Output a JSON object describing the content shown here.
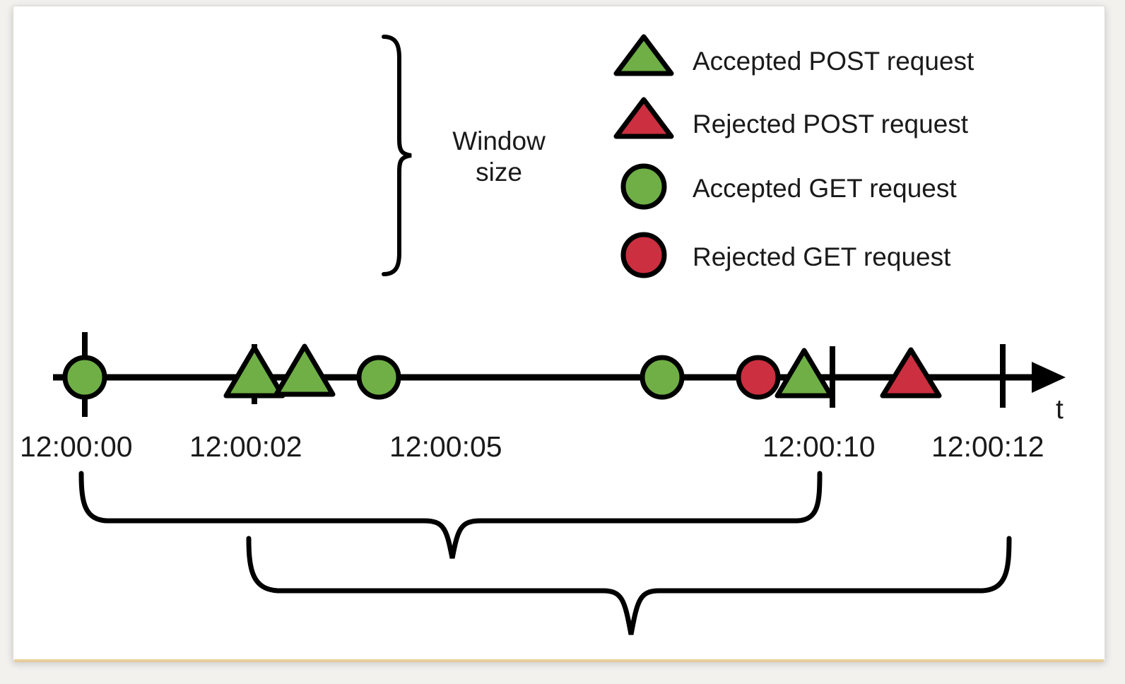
{
  "figure": {
    "title_present": false,
    "background_color": "#ffffff",
    "page_background_color": "#f3f1ee"
  },
  "colors": {
    "accepted": "#6FAF46",
    "rejected": "#CC2F3F",
    "outline": "#000000",
    "text": "#1a1a1a"
  },
  "legend": {
    "items": [
      {
        "shape": "triangle",
        "color_key": "accepted",
        "color": "#6FAF46",
        "label": "Accepted POST request",
        "icon": "triangle-up-icon"
      },
      {
        "shape": "triangle",
        "color_key": "rejected",
        "color": "#CC2F3F",
        "label": "Rejected POST request",
        "icon": "triangle-up-icon"
      },
      {
        "shape": "circle",
        "color_key": "accepted",
        "color": "#6FAF46",
        "label": "Accepted GET request",
        "icon": "circle-icon"
      },
      {
        "shape": "circle",
        "color_key": "rejected",
        "color": "#CC2F3F",
        "label": "Rejected GET request",
        "icon": "circle-icon"
      }
    ]
  },
  "window_brace": {
    "label_line1": "Window",
    "label_line2": "size",
    "orientation": "vertical-right-pointing"
  },
  "axis": {
    "name": "timeline",
    "axis_label": "t",
    "arrow_direction": "right",
    "tick_labels": [
      "12:00:00",
      "12:00:02",
      "12:00:05",
      "12:00:10",
      "12:00:12"
    ],
    "ticks": [
      {
        "label": "12:00:00",
        "x": 120,
        "has_tick_mark": true
      },
      {
        "label": "12:00:02",
        "x": 360,
        "has_tick_mark": true
      },
      {
        "label": "12:00:05",
        "x": 640,
        "has_tick_mark": false
      },
      {
        "label": "12:00:10",
        "x": 1178,
        "has_tick_mark": true
      },
      {
        "label": "12:00:12",
        "x": 1419,
        "has_tick_mark": true
      }
    ]
  },
  "chart_data": {
    "type": "scatter",
    "title": "",
    "xlabel": "t",
    "ylabel": "",
    "grid": false,
    "legend_position": "top-right",
    "categories": [
      "Accepted POST request",
      "Rejected POST request",
      "Accepted GET request",
      "Rejected GET request"
    ],
    "events": [
      {
        "x": 120,
        "time": "12:00:00",
        "shape": "circle",
        "status": "accepted",
        "method": "GET",
        "color": "#6FAF46"
      },
      {
        "x": 360,
        "time": "12:00:02",
        "shape": "triangle",
        "status": "accepted",
        "method": "POST",
        "color": "#6FAF46"
      },
      {
        "x": 436,
        "time": "12:00:02",
        "shape": "triangle",
        "status": "accepted",
        "method": "POST",
        "color": "#6FAF46"
      },
      {
        "x": 540,
        "time": "12:00:04",
        "shape": "circle",
        "status": "accepted",
        "method": "GET",
        "color": "#6FAF46"
      },
      {
        "x": 937,
        "time": "12:00:08",
        "shape": "circle",
        "status": "accepted",
        "method": "GET",
        "color": "#6FAF46"
      },
      {
        "x": 1073,
        "time": "12:00:09",
        "shape": "circle",
        "status": "rejected",
        "method": "GET",
        "color": "#CC2F3F"
      },
      {
        "x": 1138,
        "time": "12:00:10",
        "shape": "triangle",
        "status": "accepted",
        "method": "POST",
        "color": "#6FAF46"
      },
      {
        "x": 1289,
        "time": "12:00:11",
        "shape": "triangle",
        "status": "rejected",
        "method": "POST",
        "color": "#CC2F3F"
      }
    ],
    "tick_positions": [
      120,
      360,
      1178,
      1419
    ],
    "xlim": [
      75,
      1500
    ],
    "annotations": [
      {
        "name": "window-size-brace",
        "text": "Window size",
        "orientation": "vertical"
      },
      {
        "name": "window-brace-first",
        "span_from": "12:00:00",
        "span_to": "12:00:10",
        "text": ""
      },
      {
        "name": "window-brace-second",
        "span_from": "12:00:02",
        "span_to": "12:00:12",
        "text": ""
      }
    ]
  },
  "bottom_braces": [
    {
      "name": "window-brace-first",
      "x_start": 115,
      "x_end": 1160,
      "pointer_x": 640,
      "top_y": 670
    },
    {
      "name": "window-brace-second",
      "x_start": 350,
      "x_end": 1427,
      "pointer_x": 893,
      "top_y": 762
    }
  ]
}
